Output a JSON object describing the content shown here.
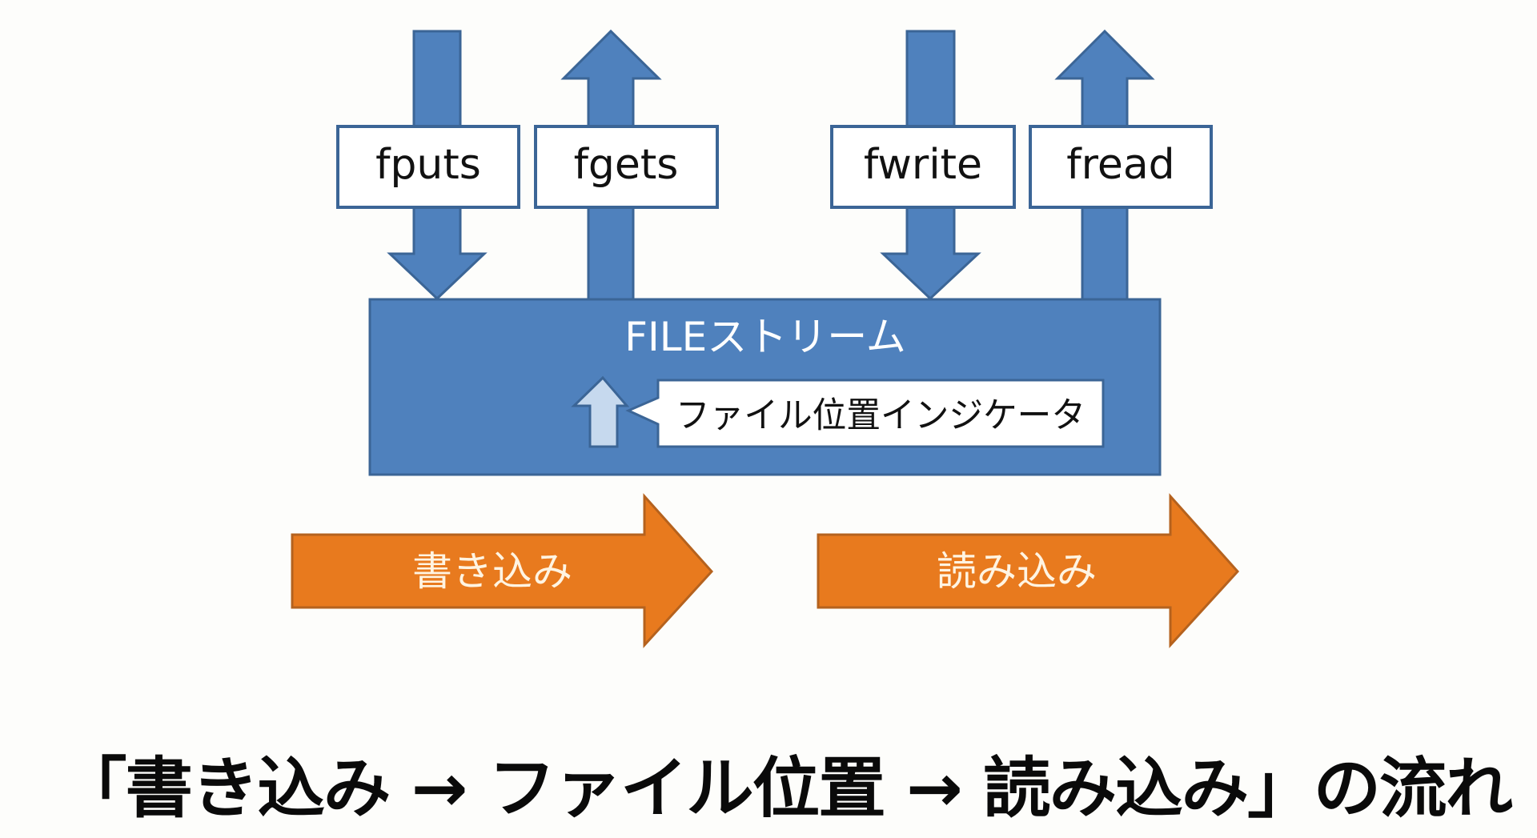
{
  "diagram": {
    "functions": [
      {
        "name": "fputs",
        "direction": "down"
      },
      {
        "name": "fgets",
        "direction": "up"
      },
      {
        "name": "fwrite",
        "direction": "down"
      },
      {
        "name": "fread",
        "direction": "up"
      }
    ],
    "stream_title": "FILEストリーム",
    "indicator_label": "ファイル位置インジケータ",
    "flow_arrows": [
      {
        "label": "書き込み"
      },
      {
        "label": "読み込み"
      }
    ],
    "colors": {
      "stream_fill": "#4f81bd",
      "stream_border": "#3b6596",
      "flow_fill": "#e87a1e",
      "indicator_fill": "#c6d9ee",
      "background": "#fdfdfb"
    }
  },
  "caption": "「書き込み → ファイル位置 → 読み込み」の流れ"
}
